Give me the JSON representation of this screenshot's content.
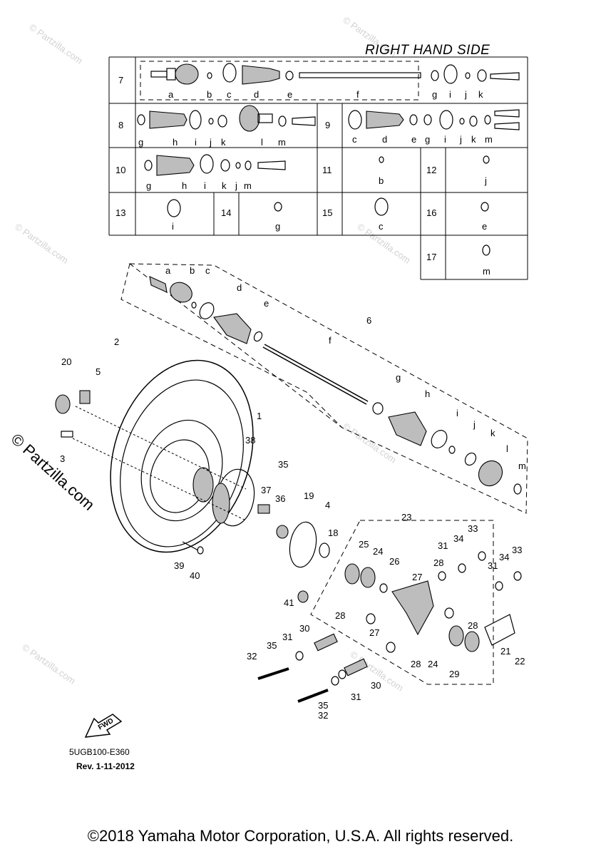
{
  "header": {
    "title": "RIGHT HAND SIDE"
  },
  "watermark": {
    "text": "© Partzilla.com",
    "small": "© Partzilla.com"
  },
  "table": {
    "rows": [
      {
        "id": "7",
        "letters": [
          "a",
          "b",
          "c",
          "d",
          "e",
          "f",
          "g",
          "i",
          "j",
          "k"
        ]
      },
      {
        "id": "8",
        "letters": [
          "g",
          "h",
          "i",
          "j",
          "k",
          "l",
          "m"
        ]
      },
      {
        "id": "9",
        "letters": [
          "c",
          "d",
          "e",
          "g",
          "i",
          "j",
          "k",
          "m"
        ]
      },
      {
        "id": "10",
        "letters": [
          "g",
          "h",
          "i",
          "k",
          "j",
          "m"
        ]
      },
      {
        "id": "11",
        "letters": [
          "b"
        ]
      },
      {
        "id": "12",
        "letters": [
          "j"
        ]
      },
      {
        "id": "13",
        "letters": [
          "i"
        ]
      },
      {
        "id": "14",
        "letters": [
          "g"
        ]
      },
      {
        "id": "15",
        "letters": [
          "c"
        ]
      },
      {
        "id": "16",
        "letters": [
          "e"
        ]
      },
      {
        "id": "17",
        "letters": [
          "m"
        ]
      }
    ]
  },
  "callouts": {
    "axle_letters": [
      "a",
      "b",
      "c",
      "d",
      "e",
      "f",
      "g",
      "h",
      "i",
      "j",
      "k",
      "l",
      "m"
    ],
    "numbers": [
      "1",
      "2",
      "3",
      "4",
      "5",
      "6",
      "18",
      "19",
      "20",
      "21",
      "22",
      "23",
      "24",
      "24",
      "25",
      "26",
      "27",
      "27",
      "28",
      "28",
      "28",
      "28",
      "29",
      "30",
      "30",
      "31",
      "31",
      "31",
      "31",
      "32",
      "32",
      "33",
      "33",
      "34",
      "34",
      "35",
      "35",
      "35",
      "36",
      "37",
      "38",
      "39",
      "40",
      "41"
    ]
  },
  "fwd_label": "FWD",
  "footer": {
    "diagram_code": "5UGB100-E360",
    "revision": "Rev.  1-11-2012",
    "copyright": "©2018 Yamaha Motor Corporation, U.S.A. All rights reserved."
  },
  "colors": {
    "line": "#000000",
    "watermark": "#d2d2d2",
    "shade": "#bdbdbd"
  }
}
